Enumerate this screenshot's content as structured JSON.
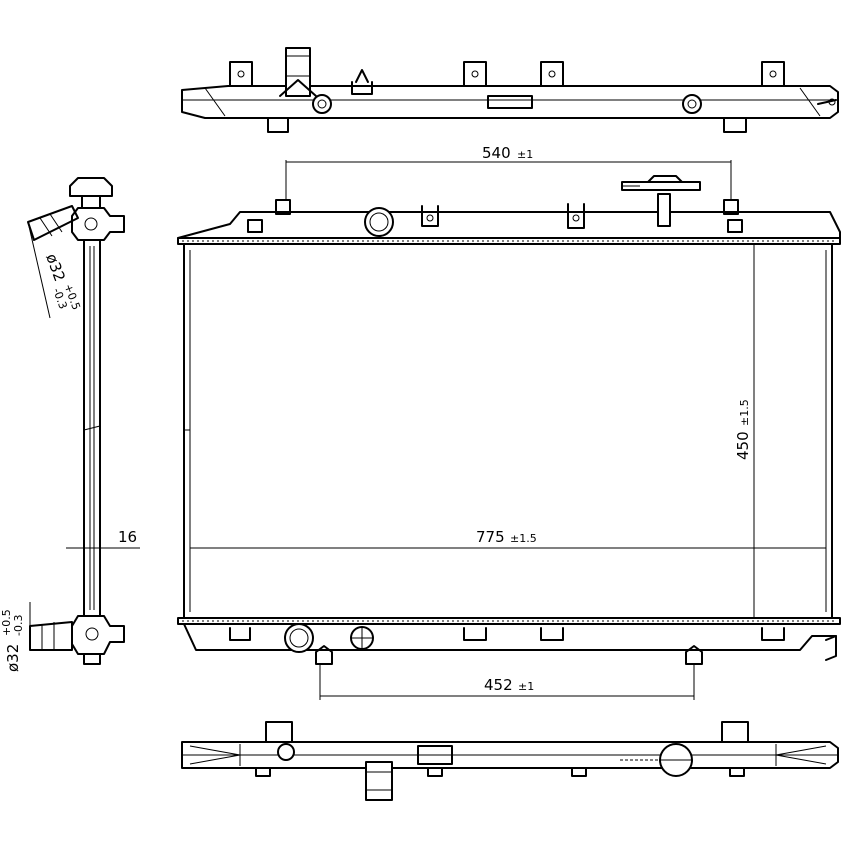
{
  "dimensions": {
    "top_span": {
      "value": "540",
      "tolerance": "±1"
    },
    "width": {
      "value": "775",
      "tolerance": "±1.5"
    },
    "height": {
      "value": "450",
      "tolerance": "±1.5"
    },
    "bottom_span": {
      "value": "452",
      "tolerance": "±1"
    },
    "thickness": {
      "value": "16"
    },
    "inlet_diameter": {
      "value": "ø32",
      "tol_upper": "+0.5",
      "tol_lower": "-0.3"
    },
    "outlet_diameter": {
      "value": "ø32",
      "tol_upper": "+0.5",
      "tol_lower": "-0.3"
    }
  }
}
